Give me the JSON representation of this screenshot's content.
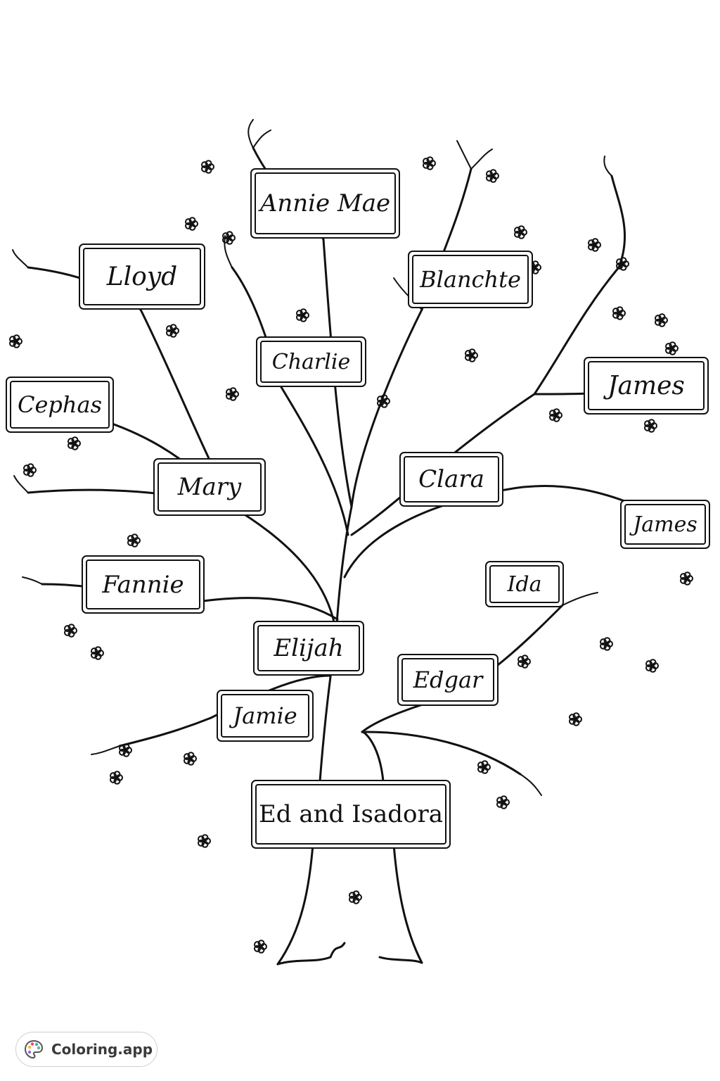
{
  "family_tree": {
    "root": "Ed and Isadora",
    "members": [
      "Annie Mae",
      "Lloyd",
      "Blanchte",
      "Charlie",
      "Cephas",
      "James",
      "Mary",
      "Clara",
      "James",
      "Fannie",
      "Ida",
      "Elijah",
      "Edgar",
      "Jamie"
    ]
  },
  "branding": {
    "label": "Coloring.app",
    "logo_icon": "palette-icon"
  },
  "colors": {
    "ink": "#111111",
    "background": "#ffffff"
  }
}
